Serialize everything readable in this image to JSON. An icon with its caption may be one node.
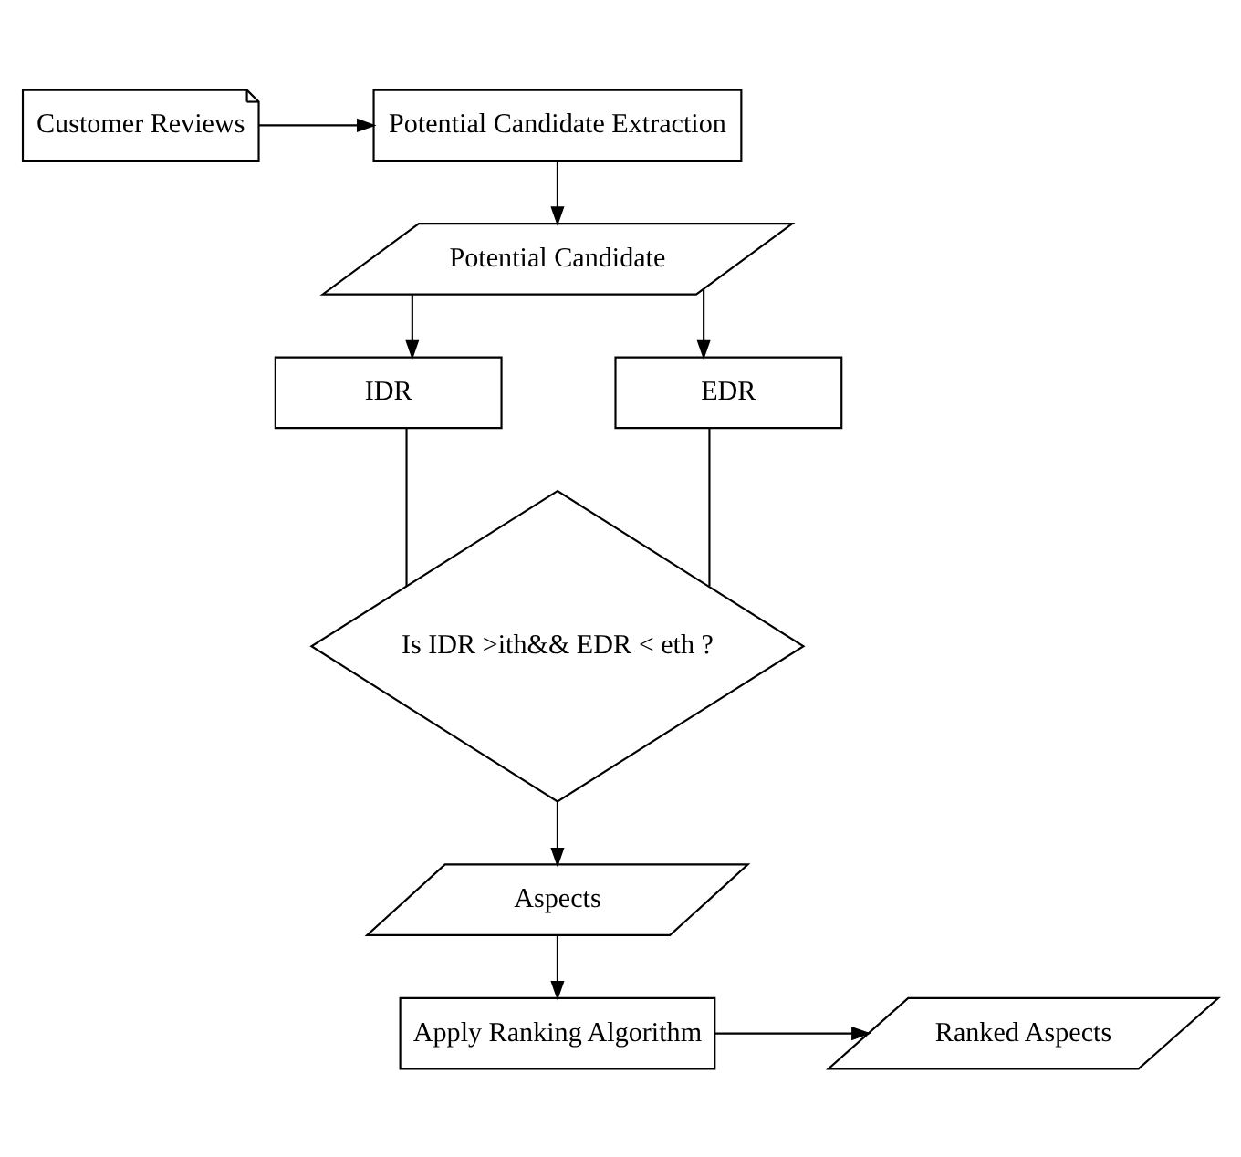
{
  "diagram": {
    "nodes": [
      {
        "text": [
          "Customer Reviews"
        ]
      },
      {
        "text": [
          "Potential Candidate Extraction"
        ]
      },
      {
        "text": [
          "Potential Candidate"
        ]
      },
      {
        "text": [
          "IDR"
        ]
      },
      {
        "text": [
          "EDR"
        ]
      },
      {
        "text": [
          "Is IDR >ith&& EDR < eth ?"
        ]
      },
      {
        "text": [
          "Aspects"
        ]
      },
      {
        "text": [
          "Apply Ranking Algorithm"
        ]
      },
      {
        "text": [
          "Ranked Aspects"
        ]
      }
    ],
    "edges": [
      {
        "from": 0,
        "to": 1,
        "arrow": "to"
      },
      {
        "from": 1,
        "to": 2,
        "arrow": "to"
      },
      {
        "from": 2,
        "to": 3,
        "arrow": "to"
      },
      {
        "from": 2,
        "to": 4,
        "arrow": "to"
      },
      {
        "from": 3,
        "to": 5,
        "arrow": "none"
      },
      {
        "from": 4,
        "to": 5,
        "arrow": "none"
      },
      {
        "from": 5,
        "to": 6,
        "arrow": "to"
      },
      {
        "from": 6,
        "to": 7,
        "arrow": "to"
      },
      {
        "from": 7,
        "to": 8,
        "arrow": "to"
      }
    ]
  }
}
